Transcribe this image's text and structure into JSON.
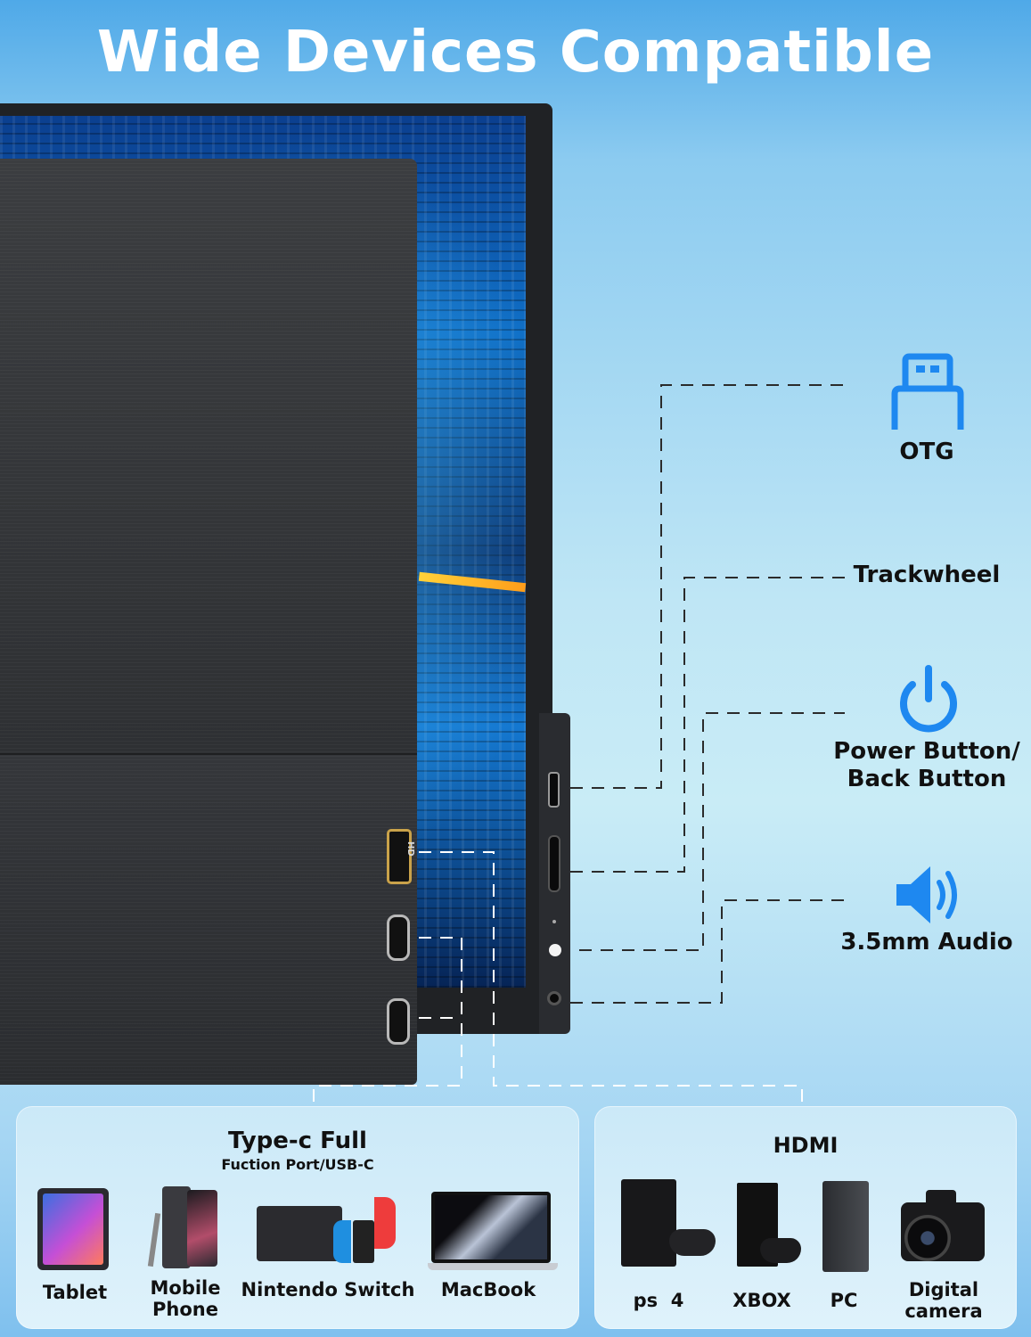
{
  "title": "Wide Devices Compatible",
  "ports": {
    "hdmi_label": "HD"
  },
  "right_labels": {
    "otg": "OTG",
    "trackwheel": "Trackwheel",
    "power_line1": "Power Button/",
    "power_line2": "Back Button",
    "audio": "3.5mm Audio"
  },
  "typec_panel": {
    "title": "Type-c Full",
    "subtitle": "Fuction Port/USB-C",
    "devices": [
      {
        "line1": "Tablet",
        "line2": ""
      },
      {
        "line1": "Mobile",
        "line2": "Phone"
      },
      {
        "line1": "Nintendo  Switch",
        "line2": ""
      },
      {
        "line1": "MacBook",
        "line2": ""
      }
    ]
  },
  "hdmi_panel": {
    "title": "HDMI",
    "devices": [
      {
        "line1": "ps  4",
        "line2": ""
      },
      {
        "line1": "XBOX",
        "line2": ""
      },
      {
        "line1": "PC",
        "line2": ""
      },
      {
        "line1": "Digital",
        "line2": "camera"
      }
    ]
  },
  "colors": {
    "icon_blue": "#1e88f0",
    "icon_blue_light": "#5ab4ff",
    "monitor_dark": "#2e3033"
  }
}
